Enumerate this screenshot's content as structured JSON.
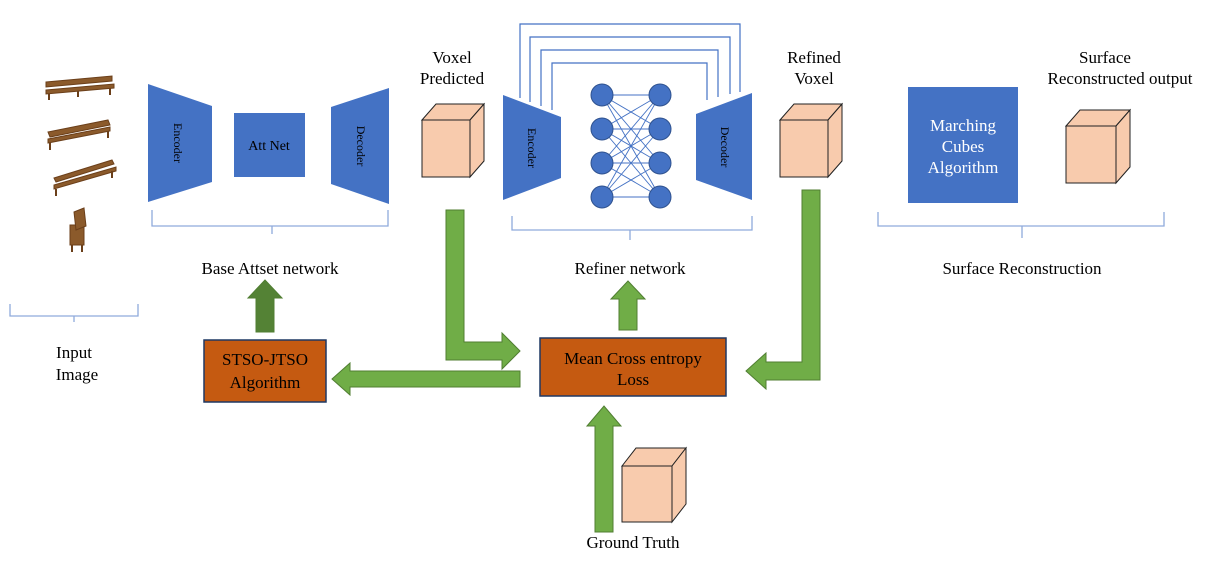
{
  "labels": {
    "input_image_line1": "Input",
    "input_image_line2": "Image",
    "base_network": "Base Attset network",
    "voxel_predicted_line1": "Voxel",
    "voxel_predicted_line2": "Predicted",
    "refiner_network": "Refiner network",
    "refined_voxel_line1": "Refined",
    "refined_voxel_line2": "Voxel",
    "surface_output_line1": "Surface",
    "surface_output_line2": "Reconstructed output",
    "surface_reconstruction": "Surface Reconstruction",
    "ground_truth": "Ground Truth"
  },
  "blocks": {
    "encoder": "Encoder",
    "decoder": "Decoder",
    "att_net": "Att Net",
    "refiner_encoder": "Encoder",
    "refiner_decoder": "Decoder",
    "marching_line1": "Marching",
    "marching_line2": "Cubes",
    "marching_line3": "Algorithm",
    "stso_line1": "STSO-JTSO",
    "stso_line2": "Algorithm",
    "loss_line1": "Mean Cross entropy",
    "loss_line2": "Loss"
  },
  "colors": {
    "block_blue": "#4472c4",
    "block_orange": "#c55a11",
    "cube_face": "#f8cbad",
    "arrow_green": "#70ad47",
    "arrow_dark_green": "#548235",
    "brace_blue": "#8faadc",
    "wood": "#8b5a2b"
  }
}
